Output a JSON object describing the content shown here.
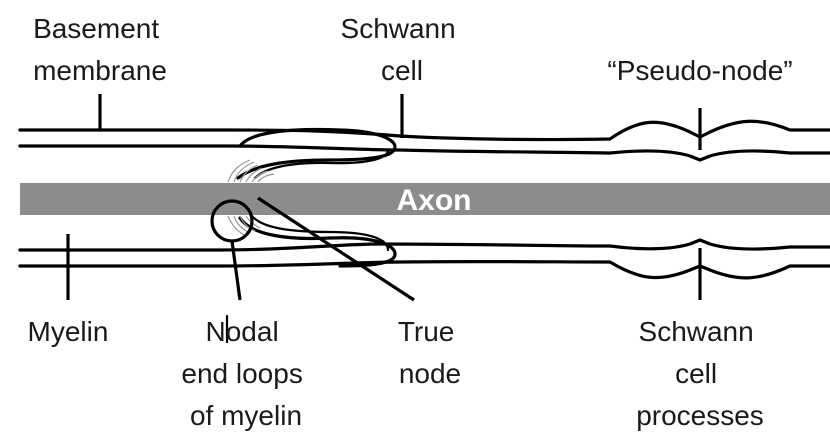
{
  "labels": {
    "basement_membrane": [
      "Basement",
      "membrane"
    ],
    "schwann_cell": [
      "Schwann",
      "cell"
    ],
    "pseudo_node": "“Pseudo-node”",
    "axon": "Axon",
    "myelin": "Myelin",
    "nodal_end_loops": [
      "Nodal",
      "end loops",
      "of myelin"
    ],
    "true_node": [
      "True",
      "node"
    ],
    "schwann_cell_processes": [
      "Schwann",
      "cell",
      "processes"
    ]
  },
  "colors": {
    "axon": "#8c8c8c",
    "stroke": "#000000",
    "text": "#1a1a1a",
    "axon_text": "#ffffff"
  }
}
